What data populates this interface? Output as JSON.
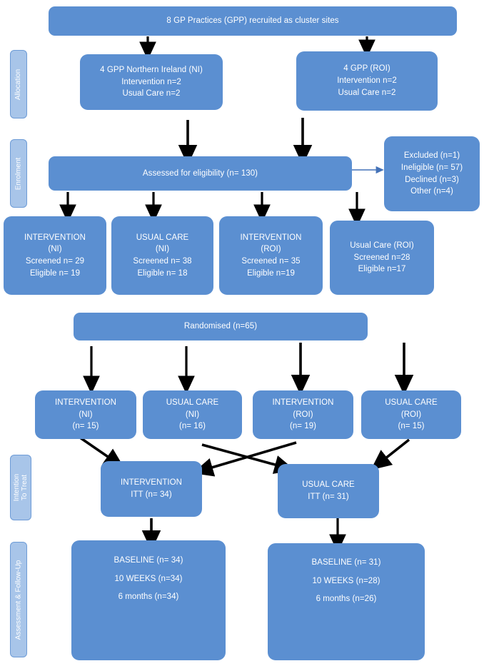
{
  "diagram": {
    "title": "CONSORT participant flow diagram",
    "colors": {
      "box_fill": "#5B8FD1",
      "box_text": "#FFFFFF",
      "stage_label_fill": "#A8C5E9",
      "stage_label_border": "#6D9BD6",
      "arrow": "#000000",
      "thin_arrow": "#4472B8",
      "background": "#FFFFFF"
    },
    "stage_labels": [
      {
        "id": "allocation",
        "text": "Allocation"
      },
      {
        "id": "enrolment",
        "text": "Enrolment"
      },
      {
        "id": "intention-to-treat",
        "text": "Intention To Treat"
      },
      {
        "id": "assessment-follow-up",
        "text": "Assessment & Follow-Up"
      }
    ],
    "top_bar": {
      "id": "gp-practices",
      "lines": [
        "8 GP Practices (GPP)  recruited as cluster sites"
      ]
    },
    "allocation_boxes": [
      {
        "id": "gpp-northern-ireland",
        "lines": [
          "4 GPP Northern Ireland (NI)",
          "Intervention n=2",
          "Usual Care n=2"
        ]
      },
      {
        "id": "gpp-roi",
        "lines": [
          "4 GPP (ROI)",
          "Intervention n=2",
          "Usual Care n=2"
        ]
      }
    ],
    "eligibility_bar": {
      "id": "assessed-for-eligibility",
      "lines": [
        "Assessed for eligibility (n= 130)"
      ]
    },
    "excluded_box": {
      "id": "excluded",
      "lines": [
        "Excluded (n=1)",
        "Ineligible (n= 57)",
        "Declined (n=3)",
        "Other (n=4)"
      ]
    },
    "screening_boxes": [
      {
        "id": "screening-intervention-ni",
        "lines": [
          "INTERVENTION",
          "(NI)",
          "Screened n= 29",
          "Eligible n= 19"
        ]
      },
      {
        "id": "screening-usual-care-ni",
        "lines": [
          "USUAL CARE",
          "(NI)",
          "Screened n= 38",
          "Eligible n= 18"
        ]
      },
      {
        "id": "screening-intervention-roi",
        "lines": [
          "INTERVENTION",
          "(ROI)",
          "Screened n= 35",
          "Eligible n=19"
        ]
      },
      {
        "id": "screening-usual-care-roi",
        "lines": [
          "Usual Care (ROI)",
          "Screened n=28",
          "Eligible n=17"
        ]
      }
    ],
    "randomised_bar": {
      "id": "randomised",
      "lines": [
        "Randomised (n=65)"
      ]
    },
    "randomised_groups": [
      {
        "id": "randomised-intervention-ni",
        "lines": [
          "INTERVENTION",
          "(NI)",
          "(n= 15)"
        ]
      },
      {
        "id": "randomised-usual-care-ni",
        "lines": [
          "USUAL CARE",
          "(NI)",
          "(n= 16)"
        ]
      },
      {
        "id": "randomised-intervention-roi",
        "lines": [
          "INTERVENTION",
          "(ROI)",
          "(n= 19)"
        ]
      },
      {
        "id": "randomised-usual-care-roi",
        "lines": [
          "USUAL CARE",
          "(ROI)",
          "(n= 15)"
        ]
      }
    ],
    "itt_boxes": [
      {
        "id": "itt-intervention",
        "lines": [
          "INTERVENTION",
          "ITT (n= 34)"
        ]
      },
      {
        "id": "itt-usual-care",
        "lines": [
          "USUAL CARE",
          "ITT (n= 31)"
        ]
      }
    ],
    "followup_boxes": [
      {
        "id": "followup-intervention",
        "lines": [
          "BASELINE (n= 34)",
          "10 WEEKS (n=34)",
          "6 months (n=34)"
        ]
      },
      {
        "id": "followup-usual-care",
        "lines": [
          "BASELINE (n= 31)",
          "10 WEEKS (n=28)",
          "6 months (n=26)"
        ]
      }
    ]
  }
}
